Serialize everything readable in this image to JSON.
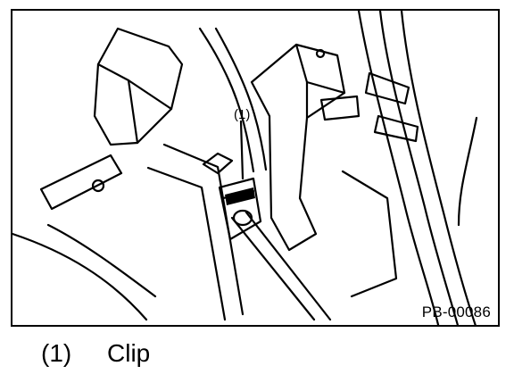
{
  "figure": {
    "reference_code": "PB-00086",
    "callout": "(1)"
  },
  "legend": {
    "items": [
      {
        "number": "(1)",
        "label": "Clip"
      }
    ]
  },
  "colors": {
    "ink": "#000000",
    "paper": "#ffffff"
  }
}
